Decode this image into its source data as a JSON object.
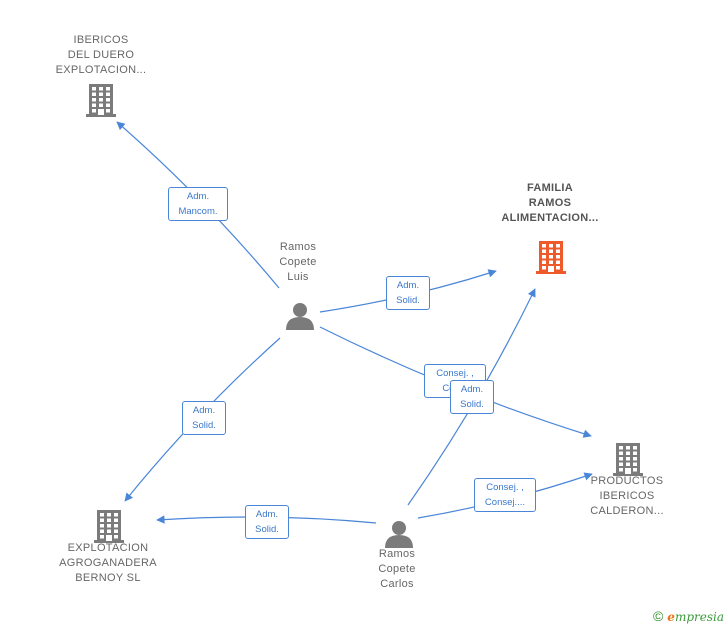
{
  "nodes": {
    "ibericos_duero": {
      "label": "IBERICOS\nDEL DUERO\nEXPLOTACION...",
      "type": "company",
      "color": "#7b7b7b"
    },
    "familia_ramos": {
      "label": "FAMILIA\nRAMOS\nALIMENTACION...",
      "type": "company",
      "color": "#ee5a2a"
    },
    "ramos_luis": {
      "label": "Ramos\nCopete\nLuis",
      "type": "person",
      "color": "#7b7b7b"
    },
    "productos_ibericos": {
      "label": "PRODUCTOS\nIBERICOS\nCALDERON...",
      "type": "company",
      "color": "#7b7b7b"
    },
    "explotacion_bernoy": {
      "label": "EXPLOTACION\nAGROGANADERA\nBERNOY  SL",
      "type": "company",
      "color": "#7b7b7b"
    },
    "ramos_carlos": {
      "label": "Ramos\nCopete\nCarlos",
      "type": "person",
      "color": "#7b7b7b"
    }
  },
  "edges": [
    {
      "from": "ramos_luis",
      "to": "ibericos_duero",
      "label": "Adm.\nMancom."
    },
    {
      "from": "ramos_luis",
      "to": "familia_ramos",
      "label": "Adm.\nSolid."
    },
    {
      "from": "ramos_luis",
      "to": "productos_ibericos",
      "label": "Consej. ,\nCon..."
    },
    {
      "from": "ramos_luis",
      "to": "explotacion_bernoy",
      "label": "Adm.\nSolid."
    },
    {
      "from": "ramos_carlos",
      "to": "familia_ramos",
      "label": "Adm.\nSolid."
    },
    {
      "from": "ramos_carlos",
      "to": "productos_ibericos",
      "label": "Consej. ,\nConsej...."
    },
    {
      "from": "ramos_carlos",
      "to": "explotacion_bernoy",
      "label": "Adm.\nSolid."
    }
  ],
  "edge_color": "#4a86d8",
  "footer": {
    "copyright": "©",
    "brand_first": "e",
    "brand_rest": "mpresia"
  }
}
